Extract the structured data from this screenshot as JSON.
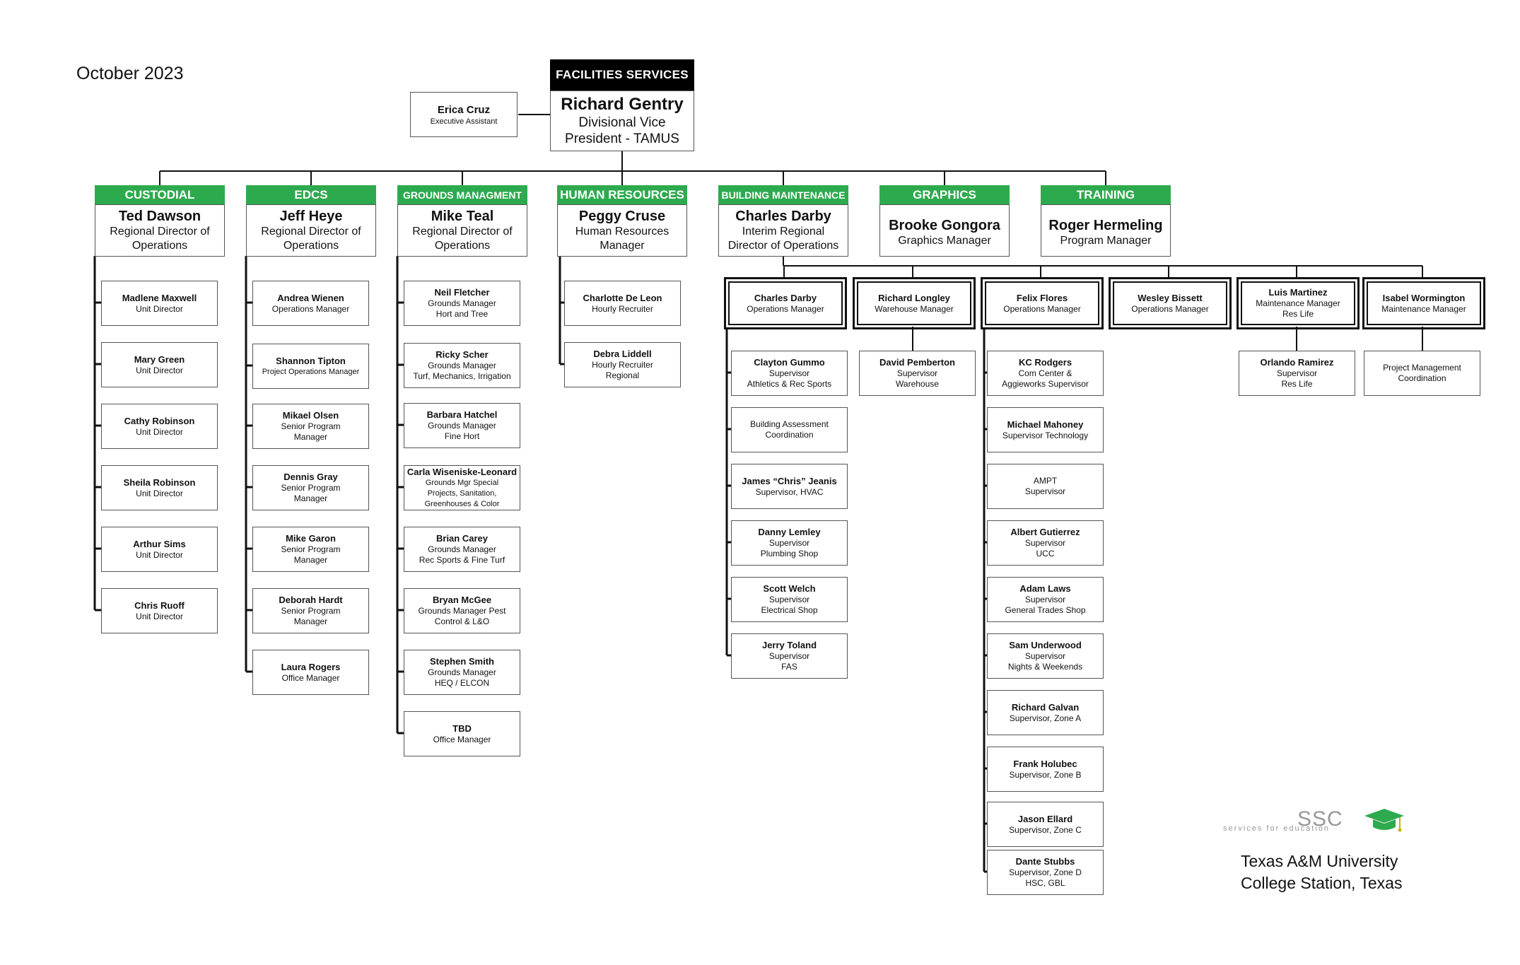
{
  "date": "October 2023",
  "executive": {
    "header": "FACILITIES SERVICES",
    "name": "Richard Gentry",
    "title": "Divisional Vice\nPresident - TAMUS"
  },
  "assistant": {
    "name": "Erica Cruz",
    "title": "Executive Assistant"
  },
  "divisions": [
    {
      "header": "CUSTODIAL",
      "name": "Ted Dawson",
      "title": "Regional Director of\nOperations",
      "staff": [
        {
          "name": "Madlene Maxwell",
          "title": "Unit Director"
        },
        {
          "name": "Mary Green",
          "title": "Unit Director"
        },
        {
          "name": "Cathy Robinson",
          "title": "Unit Director"
        },
        {
          "name": "Sheila Robinson",
          "title": "Unit Director"
        },
        {
          "name": "Arthur Sims",
          "title": "Unit Director"
        },
        {
          "name": "Chris Ruoff",
          "title": "Unit Director"
        }
      ]
    },
    {
      "header": "EDCS",
      "name": "Jeff Heye",
      "title": "Regional Director of\nOperations",
      "staff": [
        {
          "name": "Andrea Wienen",
          "title": "Operations Manager"
        },
        {
          "name": "Shannon Tipton",
          "title": "Project Operations Manager"
        },
        {
          "name": "Mikael Olsen",
          "title": "Senior Program\nManager"
        },
        {
          "name": "Dennis Gray",
          "title": "Senior Program\nManager"
        },
        {
          "name": "Mike Garon",
          "title": "Senior Program\nManager"
        },
        {
          "name": "Deborah Hardt",
          "title": "Senior Program\nManager"
        },
        {
          "name": "Laura Rogers",
          "title": "Office Manager"
        }
      ]
    },
    {
      "header": "GROUNDS MANAGMENT",
      "name": "Mike Teal",
      "title": "Regional Director of\nOperations",
      "staff": [
        {
          "name": "Neil Fletcher",
          "title": "Grounds Manager\nHort and Tree"
        },
        {
          "name": "Ricky Scher",
          "title": "Grounds Manager\nTurf, Mechanics, Irrigation"
        },
        {
          "name": "Barbara Hatchel",
          "title": "Grounds Manager\nFine Hort"
        },
        {
          "name": "Carla Wiseniske-Leonard",
          "title": "Grounds Mgr Special\nProjects, Sanitation,\nGreenhouses & Color"
        },
        {
          "name": "Brian Carey",
          "title": "Grounds Manager\nRec Sports & Fine Turf"
        },
        {
          "name": "Bryan McGee",
          "title": "Grounds Manager Pest\nControl & L&O"
        },
        {
          "name": "Stephen Smith",
          "title": "Grounds Manager\nHEQ / ELCON"
        },
        {
          "name": "TBD",
          "title": "Office Manager"
        }
      ]
    },
    {
      "header": "HUMAN RESOURCES",
      "name": "Peggy Cruse",
      "title": "Human Resources\nManager",
      "staff": [
        {
          "name": "Charlotte De Leon",
          "title": "Hourly Recruiter"
        },
        {
          "name": "Debra Liddell",
          "title": "Hourly Recruiter\nRegional"
        }
      ]
    },
    {
      "header": "BUILDING MAINTENANCE",
      "name": "Charles Darby",
      "title": "Interim Regional\nDirector of Operations",
      "staff": []
    },
    {
      "header": "GRAPHICS",
      "name": "Brooke Gongora",
      "title": "Graphics Manager",
      "staff": []
    },
    {
      "header": "TRAINING",
      "name": "Roger Hermeling",
      "title": "Program Manager",
      "staff": []
    }
  ],
  "maintenance_managers": [
    {
      "name": "Charles Darby",
      "title": "Operations Manager",
      "staff": [
        {
          "name": "Clayton Gummo",
          "title": "Supervisor\nAthletics & Rec Sports"
        },
        {
          "name": "",
          "title": "Building Assessment\nCoordination"
        },
        {
          "name": "James “Chris” Jeanis",
          "title": "Supervisor, HVAC"
        },
        {
          "name": "Danny Lemley",
          "title": "Supervisor\nPlumbing Shop"
        },
        {
          "name": "Scott Welch",
          "title": "Supervisor\nElectrical Shop"
        },
        {
          "name": "Jerry Toland",
          "title": "Supervisor\nFAS"
        }
      ]
    },
    {
      "name": "Richard Longley",
      "title": "Warehouse Manager",
      "staff": [
        {
          "name": "David Pemberton",
          "title": "Supervisor\nWarehouse"
        }
      ]
    },
    {
      "name": "Felix Flores",
      "title": "Operations Manager",
      "staff": [
        {
          "name": "KC Rodgers",
          "title": "Com Center &\nAggieworks Supervisor"
        },
        {
          "name": "Michael Mahoney",
          "title": "Supervisor Technology"
        },
        {
          "name": "",
          "title": "AMPT\nSupervisor"
        },
        {
          "name": "Albert Gutierrez",
          "title": "Supervisor\nUCC"
        },
        {
          "name": "Adam Laws",
          "title": "Supervisor\nGeneral Trades Shop"
        },
        {
          "name": "Sam Underwood",
          "title": "Supervisor\nNights & Weekends"
        },
        {
          "name": "Richard Galvan",
          "title": "Supervisor, Zone A"
        },
        {
          "name": "Frank Holubec",
          "title": "Supervisor, Zone B"
        },
        {
          "name": "Jason Ellard",
          "title": "Supervisor, Zone C"
        },
        {
          "name": "Dante Stubbs",
          "title": "Supervisor, Zone D\nHSC, GBL"
        }
      ]
    },
    {
      "name": "Wesley Bissett",
      "title": "Operations Manager",
      "staff": []
    },
    {
      "name": "Luis Martinez",
      "title": "Maintenance Manager\nRes Life",
      "staff": [
        {
          "name": "Orlando Ramirez",
          "title": "Supervisor\nRes Life"
        }
      ]
    },
    {
      "name": "Isabel Wormington",
      "title": "Maintenance Manager",
      "staff": [
        {
          "name": "",
          "title": "Project Management\nCoordination"
        }
      ]
    }
  ],
  "logo": {
    "text": "SSC",
    "tagline": "services for education",
    "icon": "graduation-cap-icon",
    "color": "#2eaa4e"
  },
  "location": {
    "line1": "Texas A&M University",
    "line2": "College Station, Texas"
  },
  "colors": {
    "header_green": "#2eaa4e",
    "exec_black": "#000000",
    "line": "#111111"
  }
}
